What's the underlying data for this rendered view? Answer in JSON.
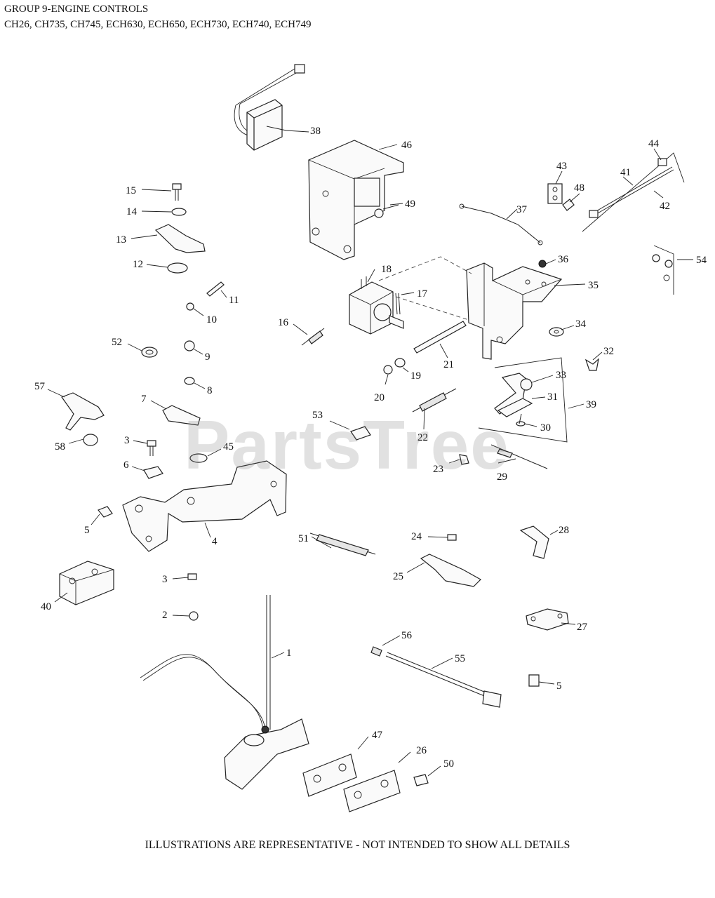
{
  "header": {
    "group_title": "GROUP 9-ENGINE CONTROLS",
    "models": "CH26, CH735, CH745, ECH630, ECH650, ECH730, ECH740, ECH749"
  },
  "footer": "ILLUSTRATIONS ARE REPRESENTATIVE - NOT INTENDED TO SHOW ALL DETAILS",
  "watermark": "PartsTree",
  "callouts": {
    "c1": "1",
    "c2": "2",
    "c3a": "3",
    "c3b": "3",
    "c4": "4",
    "c5a": "5",
    "c5b": "5",
    "c6": "6",
    "c7": "7",
    "c8": "8",
    "c9": "9",
    "c10": "10",
    "c11": "11",
    "c12": "12",
    "c13": "13",
    "c14": "14",
    "c15": "15",
    "c16": "16",
    "c17": "17",
    "c18": "18",
    "c19": "19",
    "c20": "20",
    "c21": "21",
    "c22": "22",
    "c23": "23",
    "c24": "24",
    "c25": "25",
    "c26": "26",
    "c27": "27",
    "c28": "28",
    "c29": "29",
    "c30": "30",
    "c31": "31",
    "c32": "32",
    "c33": "33",
    "c34": "34",
    "c35": "35",
    "c36": "36",
    "c37": "37",
    "c38": "38",
    "c39": "39",
    "c40": "40",
    "c41": "41",
    "c42": "42",
    "c43": "43",
    "c44": "44",
    "c45": "45",
    "c46": "46",
    "c47": "47",
    "c48": "48",
    "c49": "49",
    "c50": "50",
    "c51": "51",
    "c52": "52",
    "c53": "53",
    "c54": "54",
    "c55": "55",
    "c56": "56",
    "c57": "57",
    "c58": "58"
  }
}
